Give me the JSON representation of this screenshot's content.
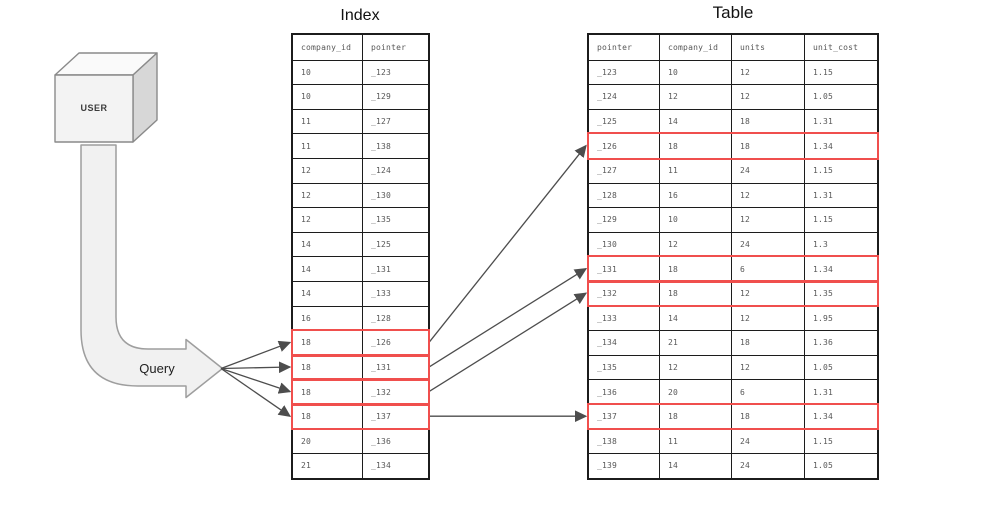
{
  "user_label": "USER",
  "query_label": "Query",
  "colors": {
    "highlight": "#f04f4d",
    "table_border": "#1c1c1c",
    "cell_text": "#575757",
    "title_text": "#111111",
    "arrow": "#4d4d4d",
    "shape_fill": "#f1f1f1",
    "shape_stroke": "#9e9e9e",
    "cube_front": "#f3f3f3",
    "cube_top": "#fafafa",
    "cube_side": "#d7d7d7"
  },
  "index_table": {
    "title": "Index",
    "columns": [
      "company_id",
      "pointer"
    ],
    "rows": [
      {
        "cells": [
          "10",
          "_123"
        ],
        "highlighted": false
      },
      {
        "cells": [
          "10",
          "_129"
        ],
        "highlighted": false
      },
      {
        "cells": [
          "11",
          "_127"
        ],
        "highlighted": false
      },
      {
        "cells": [
          "11",
          "_138"
        ],
        "highlighted": false
      },
      {
        "cells": [
          "12",
          "_124"
        ],
        "highlighted": false
      },
      {
        "cells": [
          "12",
          "_130"
        ],
        "highlighted": false
      },
      {
        "cells": [
          "12",
          "_135"
        ],
        "highlighted": false
      },
      {
        "cells": [
          "14",
          "_125"
        ],
        "highlighted": false
      },
      {
        "cells": [
          "14",
          "_131"
        ],
        "highlighted": false
      },
      {
        "cells": [
          "14",
          "_133"
        ],
        "highlighted": false
      },
      {
        "cells": [
          "16",
          "_128"
        ],
        "highlighted": false
      },
      {
        "cells": [
          "18",
          "_126"
        ],
        "highlighted": true
      },
      {
        "cells": [
          "18",
          "_131"
        ],
        "highlighted": true
      },
      {
        "cells": [
          "18",
          "_132"
        ],
        "highlighted": true
      },
      {
        "cells": [
          "18",
          "_137"
        ],
        "highlighted": true
      },
      {
        "cells": [
          "20",
          "_136"
        ],
        "highlighted": false
      },
      {
        "cells": [
          "21",
          "_134"
        ],
        "highlighted": false
      }
    ]
  },
  "main_table": {
    "title": "Table",
    "columns": [
      "pointer",
      "company_id",
      "units",
      "unit_cost"
    ],
    "rows": [
      {
        "cells": [
          "_123",
          "10",
          "12",
          "1.15"
        ],
        "highlighted": false
      },
      {
        "cells": [
          "_124",
          "12",
          "12",
          "1.05"
        ],
        "highlighted": false
      },
      {
        "cells": [
          "_125",
          "14",
          "18",
          "1.31"
        ],
        "highlighted": false
      },
      {
        "cells": [
          "_126",
          "18",
          "18",
          "1.34"
        ],
        "highlighted": true
      },
      {
        "cells": [
          "_127",
          "11",
          "24",
          "1.15"
        ],
        "highlighted": false
      },
      {
        "cells": [
          "_128",
          "16",
          "12",
          "1.31"
        ],
        "highlighted": false
      },
      {
        "cells": [
          "_129",
          "10",
          "12",
          "1.15"
        ],
        "highlighted": false
      },
      {
        "cells": [
          "_130",
          "12",
          "24",
          "1.3"
        ],
        "highlighted": false
      },
      {
        "cells": [
          "_131",
          "18",
          "6",
          "1.34"
        ],
        "highlighted": true
      },
      {
        "cells": [
          "_132",
          "18",
          "12",
          "1.35"
        ],
        "highlighted": true
      },
      {
        "cells": [
          "_133",
          "14",
          "12",
          "1.95"
        ],
        "highlighted": false
      },
      {
        "cells": [
          "_134",
          "21",
          "18",
          "1.36"
        ],
        "highlighted": false
      },
      {
        "cells": [
          "_135",
          "12",
          "12",
          "1.05"
        ],
        "highlighted": false
      },
      {
        "cells": [
          "_136",
          "20",
          "6",
          "1.31"
        ],
        "highlighted": false
      },
      {
        "cells": [
          "_137",
          "18",
          "18",
          "1.34"
        ],
        "highlighted": true
      },
      {
        "cells": [
          "_138",
          "11",
          "24",
          "1.15"
        ],
        "highlighted": false
      },
      {
        "cells": [
          "_139",
          "14",
          "24",
          "1.05"
        ],
        "highlighted": false
      }
    ]
  }
}
